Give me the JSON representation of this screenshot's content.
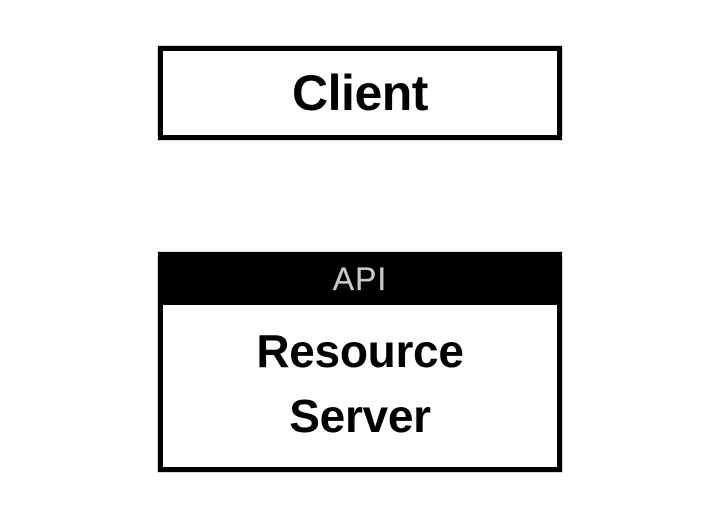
{
  "diagram": {
    "type": "architecture-block-diagram",
    "background_color": "#ffffff",
    "nodes": [
      {
        "id": "client",
        "label": "Client",
        "shape": "rectangle",
        "fill_color": "#ffffff",
        "border_color": "#000000",
        "text_color": "#000000"
      },
      {
        "id": "resource-server",
        "header_label": "API",
        "label": "Resource Server",
        "shape": "rectangle-with-header-band",
        "fill_color": "#ffffff",
        "header_fill_color": "#000000",
        "header_text_color": "#c9c9c9",
        "border_color": "#000000",
        "text_color": "#000000"
      }
    ],
    "connectors": []
  }
}
